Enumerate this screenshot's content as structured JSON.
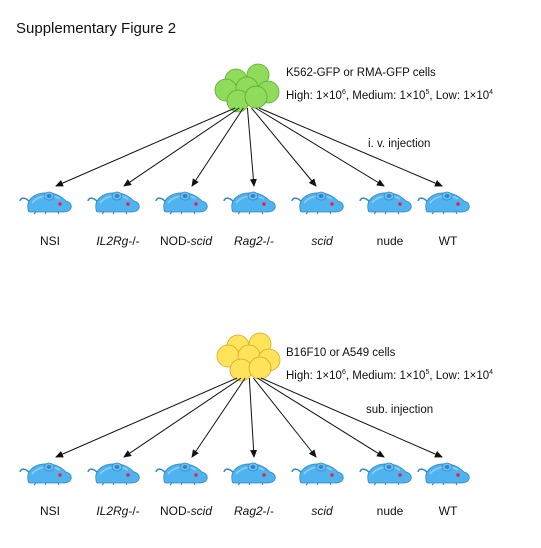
{
  "title": "Supplementary Figure 2",
  "colors": {
    "green_cell": "#8fdc5a",
    "green_cell_stroke": "#5aa832",
    "yellow_cell": "#ffe35a",
    "yellow_cell_stroke": "#d9a521",
    "mouse_body": "#4fb3ef",
    "mouse_dark": "#2f86c6",
    "mouse_eye": "#e8204a",
    "arrow": "#111111"
  },
  "panels": [
    {
      "cells_label": "K562-GFP or RMA-GFP cells",
      "dose": {
        "high": "High: 1×10",
        "high_exp": "6",
        "medium": ", Medium: 1×10",
        "medium_exp": "5",
        "low": ", Low: 1×10",
        "low_exp": "4"
      },
      "injection": "i. v. injection",
      "mice": [
        {
          "prefix": "NSI",
          "italic": "",
          "suffix": ""
        },
        {
          "prefix": "",
          "italic": "IL2Rg",
          "suffix": "-/-"
        },
        {
          "prefix": "NOD-",
          "italic": "scid",
          "suffix": ""
        },
        {
          "prefix": "",
          "italic": "Rag2",
          "suffix": "-/-"
        },
        {
          "prefix": "",
          "italic": "scid",
          "suffix": ""
        },
        {
          "prefix": "nude",
          "italic": "",
          "suffix": ""
        },
        {
          "prefix": "WT",
          "italic": "",
          "suffix": ""
        }
      ]
    },
    {
      "cells_label": "B16F10 or A549 cells",
      "dose": {
        "high": "High: 1×10",
        "high_exp": "6",
        "medium": ", Medium: 1×10",
        "medium_exp": "5",
        "low": ", Low: 1×10",
        "low_exp": "4"
      },
      "injection": "sub. injection",
      "mice": [
        {
          "prefix": "NSI",
          "italic": "",
          "suffix": ""
        },
        {
          "prefix": "",
          "italic": "IL2Rg",
          "suffix": "-/-"
        },
        {
          "prefix": "NOD-",
          "italic": "scid",
          "suffix": ""
        },
        {
          "prefix": "",
          "italic": "Rag2",
          "suffix": "-/-"
        },
        {
          "prefix": "",
          "italic": "scid",
          "suffix": ""
        },
        {
          "prefix": "nude",
          "italic": "",
          "suffix": ""
        },
        {
          "prefix": "WT",
          "italic": "",
          "suffix": ""
        }
      ]
    }
  ]
}
